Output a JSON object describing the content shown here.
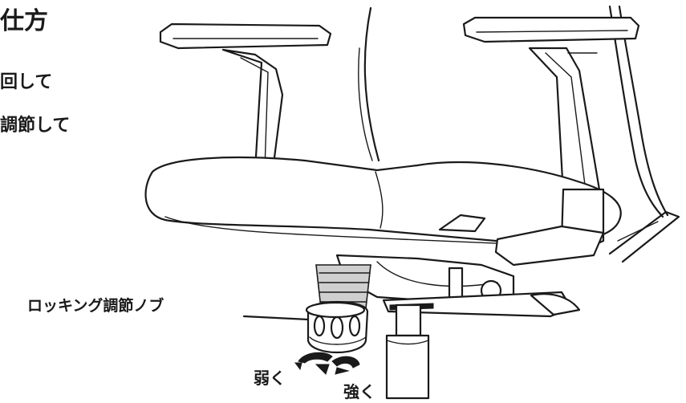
{
  "heading": "仕方",
  "instructions": [
    "回して",
    "調節して"
  ],
  "callout": {
    "knob_label": "ロッキング調節ノブ"
  },
  "direction_labels": {
    "weak": "弱く",
    "strong": "強く"
  },
  "colors": {
    "line": "#1a1a1a",
    "background": "#ffffff",
    "shade": "#cfcfcf"
  }
}
